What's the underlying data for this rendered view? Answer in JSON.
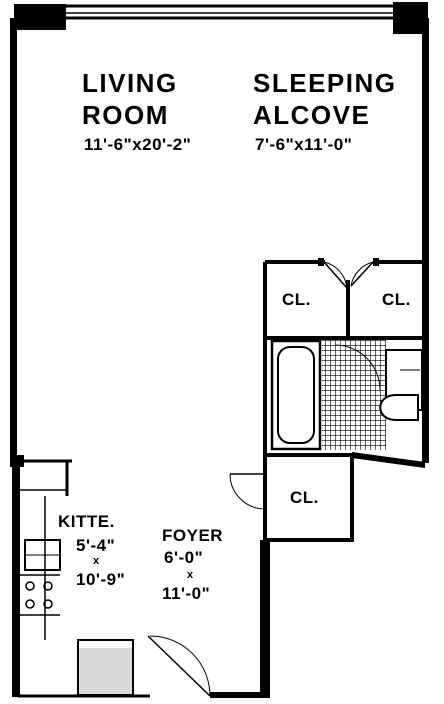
{
  "plan": {
    "living_room": {
      "name_line1": "LIVING",
      "name_line2": "ROOM",
      "dims": "11'-6\"x20'-2\""
    },
    "sleeping_alcove": {
      "name_line1": "SLEEPING",
      "name_line2": "ALCOVE",
      "dims": "7'-6\"x11'-0\""
    },
    "closet_left": {
      "label": "CL."
    },
    "closet_right": {
      "label": "CL."
    },
    "closet_foyer": {
      "label": "CL."
    },
    "kitchen": {
      "name": "KITTE.",
      "dim1": "5'-4\"",
      "x": "x",
      "dim2": "10'-9\""
    },
    "foyer": {
      "name": "FOYER",
      "dim1": "6'-0\"",
      "x": "x",
      "dim2": "11'-0\""
    }
  }
}
